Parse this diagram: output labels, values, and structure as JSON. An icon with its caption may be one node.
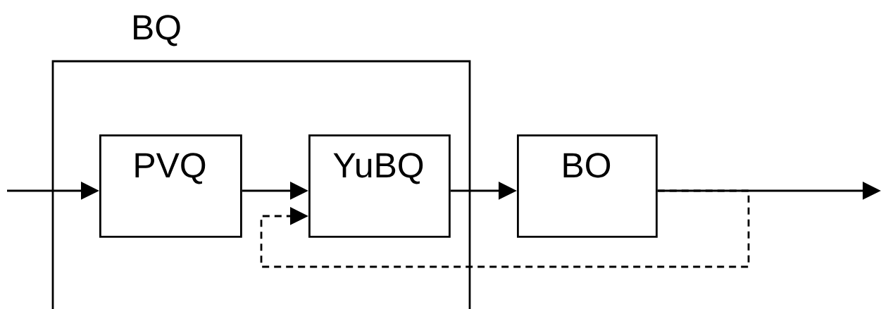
{
  "diagram": {
    "nodes": [
      {
        "text": [
          "BQ"
        ]
      },
      {
        "text": [
          "PVQ"
        ],
        "in": 0
      },
      {
        "text": [
          "YuBQ"
        ],
        "in": 0
      },
      {
        "text": [
          "BO"
        ]
      }
    ],
    "edges": [
      {
        "from": null,
        "to": 1,
        "arrow": "to"
      },
      {
        "from": 1,
        "to": 2,
        "arrow": "to"
      },
      {
        "from": 2,
        "to": 3,
        "arrow": "to"
      },
      {
        "from": 3,
        "to": null,
        "arrow": "to"
      },
      {
        "from": 3,
        "to": 2,
        "arrow": "to",
        "style": "dashed"
      }
    ]
  }
}
